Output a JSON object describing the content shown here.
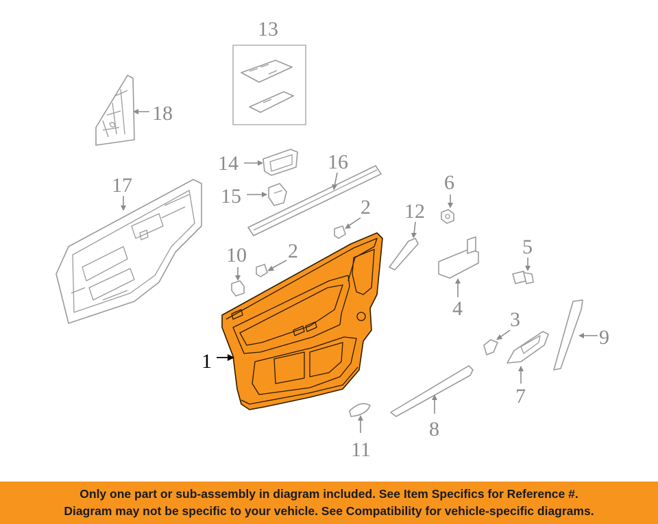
{
  "colors": {
    "highlight": "#f7941d",
    "notice_bar": "#f7941d",
    "line": "#9a9a9a",
    "label": "#8a8a8a",
    "highlight_label": "#000000"
  },
  "callouts": {
    "c1": "1",
    "c2a": "2",
    "c2b": "2",
    "c3": "3",
    "c4": "4",
    "c5": "5",
    "c6": "6",
    "c7": "7",
    "c8": "8",
    "c9": "9",
    "c10": "10",
    "c11": "11",
    "c12": "12",
    "c13": "13",
    "c14": "14",
    "c15": "15",
    "c16": "16",
    "c17": "17",
    "c18": "18"
  },
  "notice": {
    "line1": "Only one part or sub-assembly in diagram included. See Item Specifics for Reference #.",
    "line2": "Diagram may not be specific to your vehicle. See Compatibility for vehicle-specific diagrams."
  }
}
